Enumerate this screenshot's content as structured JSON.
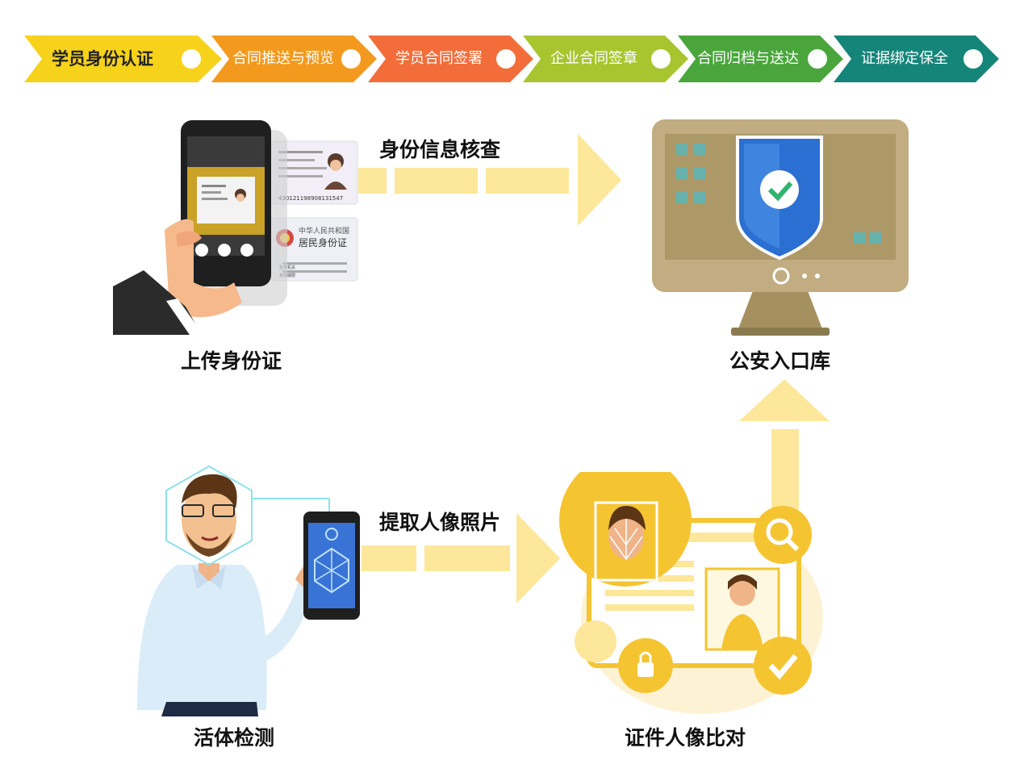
{
  "steps": [
    {
      "label": "学员身份认证",
      "color": "#f7d21b",
      "active": true
    },
    {
      "label": "合同推送与预览",
      "color": "#f39a1e",
      "active": false
    },
    {
      "label": "学员合同签署",
      "color": "#f36d3a",
      "active": false
    },
    {
      "label": "企业合同签章",
      "color": "#a8c52f",
      "active": false
    },
    {
      "label": "合同归档与送达",
      "color": "#4aa63c",
      "active": false
    },
    {
      "label": "证据绑定保全",
      "color": "#15857a",
      "active": false
    }
  ],
  "flow": {
    "upload_id": "上传身份证",
    "identity_check": "身份信息核查",
    "police_db": "公安入口库",
    "liveness": "活体检测",
    "extract_photo": "提取人像照片",
    "compare": "证件人像比对"
  },
  "id_card": {
    "front_title": "中华人民共和国",
    "front_subtitle": "居民身份证",
    "number": "430121198908131547",
    "issuer_label": "签发机关",
    "validity_label": "有效期限"
  },
  "colors": {
    "arrow": "#fde79a",
    "accent_yellow": "#f5c431",
    "monitor": "#c2ad82",
    "shield": "#2a6fd1"
  }
}
